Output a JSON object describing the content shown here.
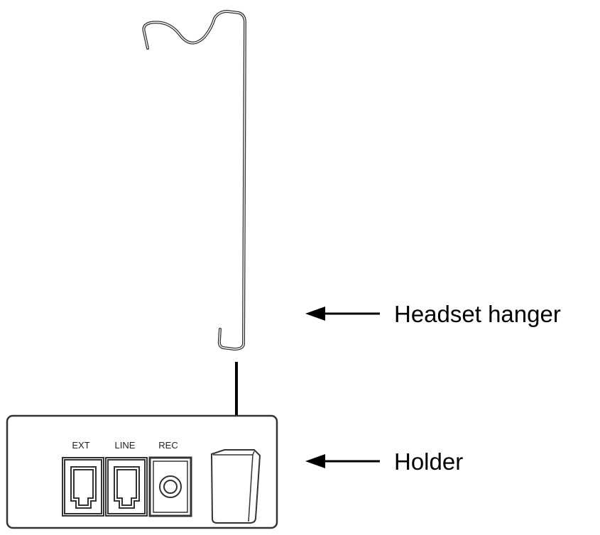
{
  "callouts": {
    "hanger_label": "Headset hanger",
    "holder_label": "Holder"
  },
  "ports": {
    "ext": "EXT",
    "line": "LINE",
    "rec": "REC"
  },
  "colors": {
    "line": "#000000",
    "wire": "#333333",
    "panel_stroke": "#333333"
  }
}
